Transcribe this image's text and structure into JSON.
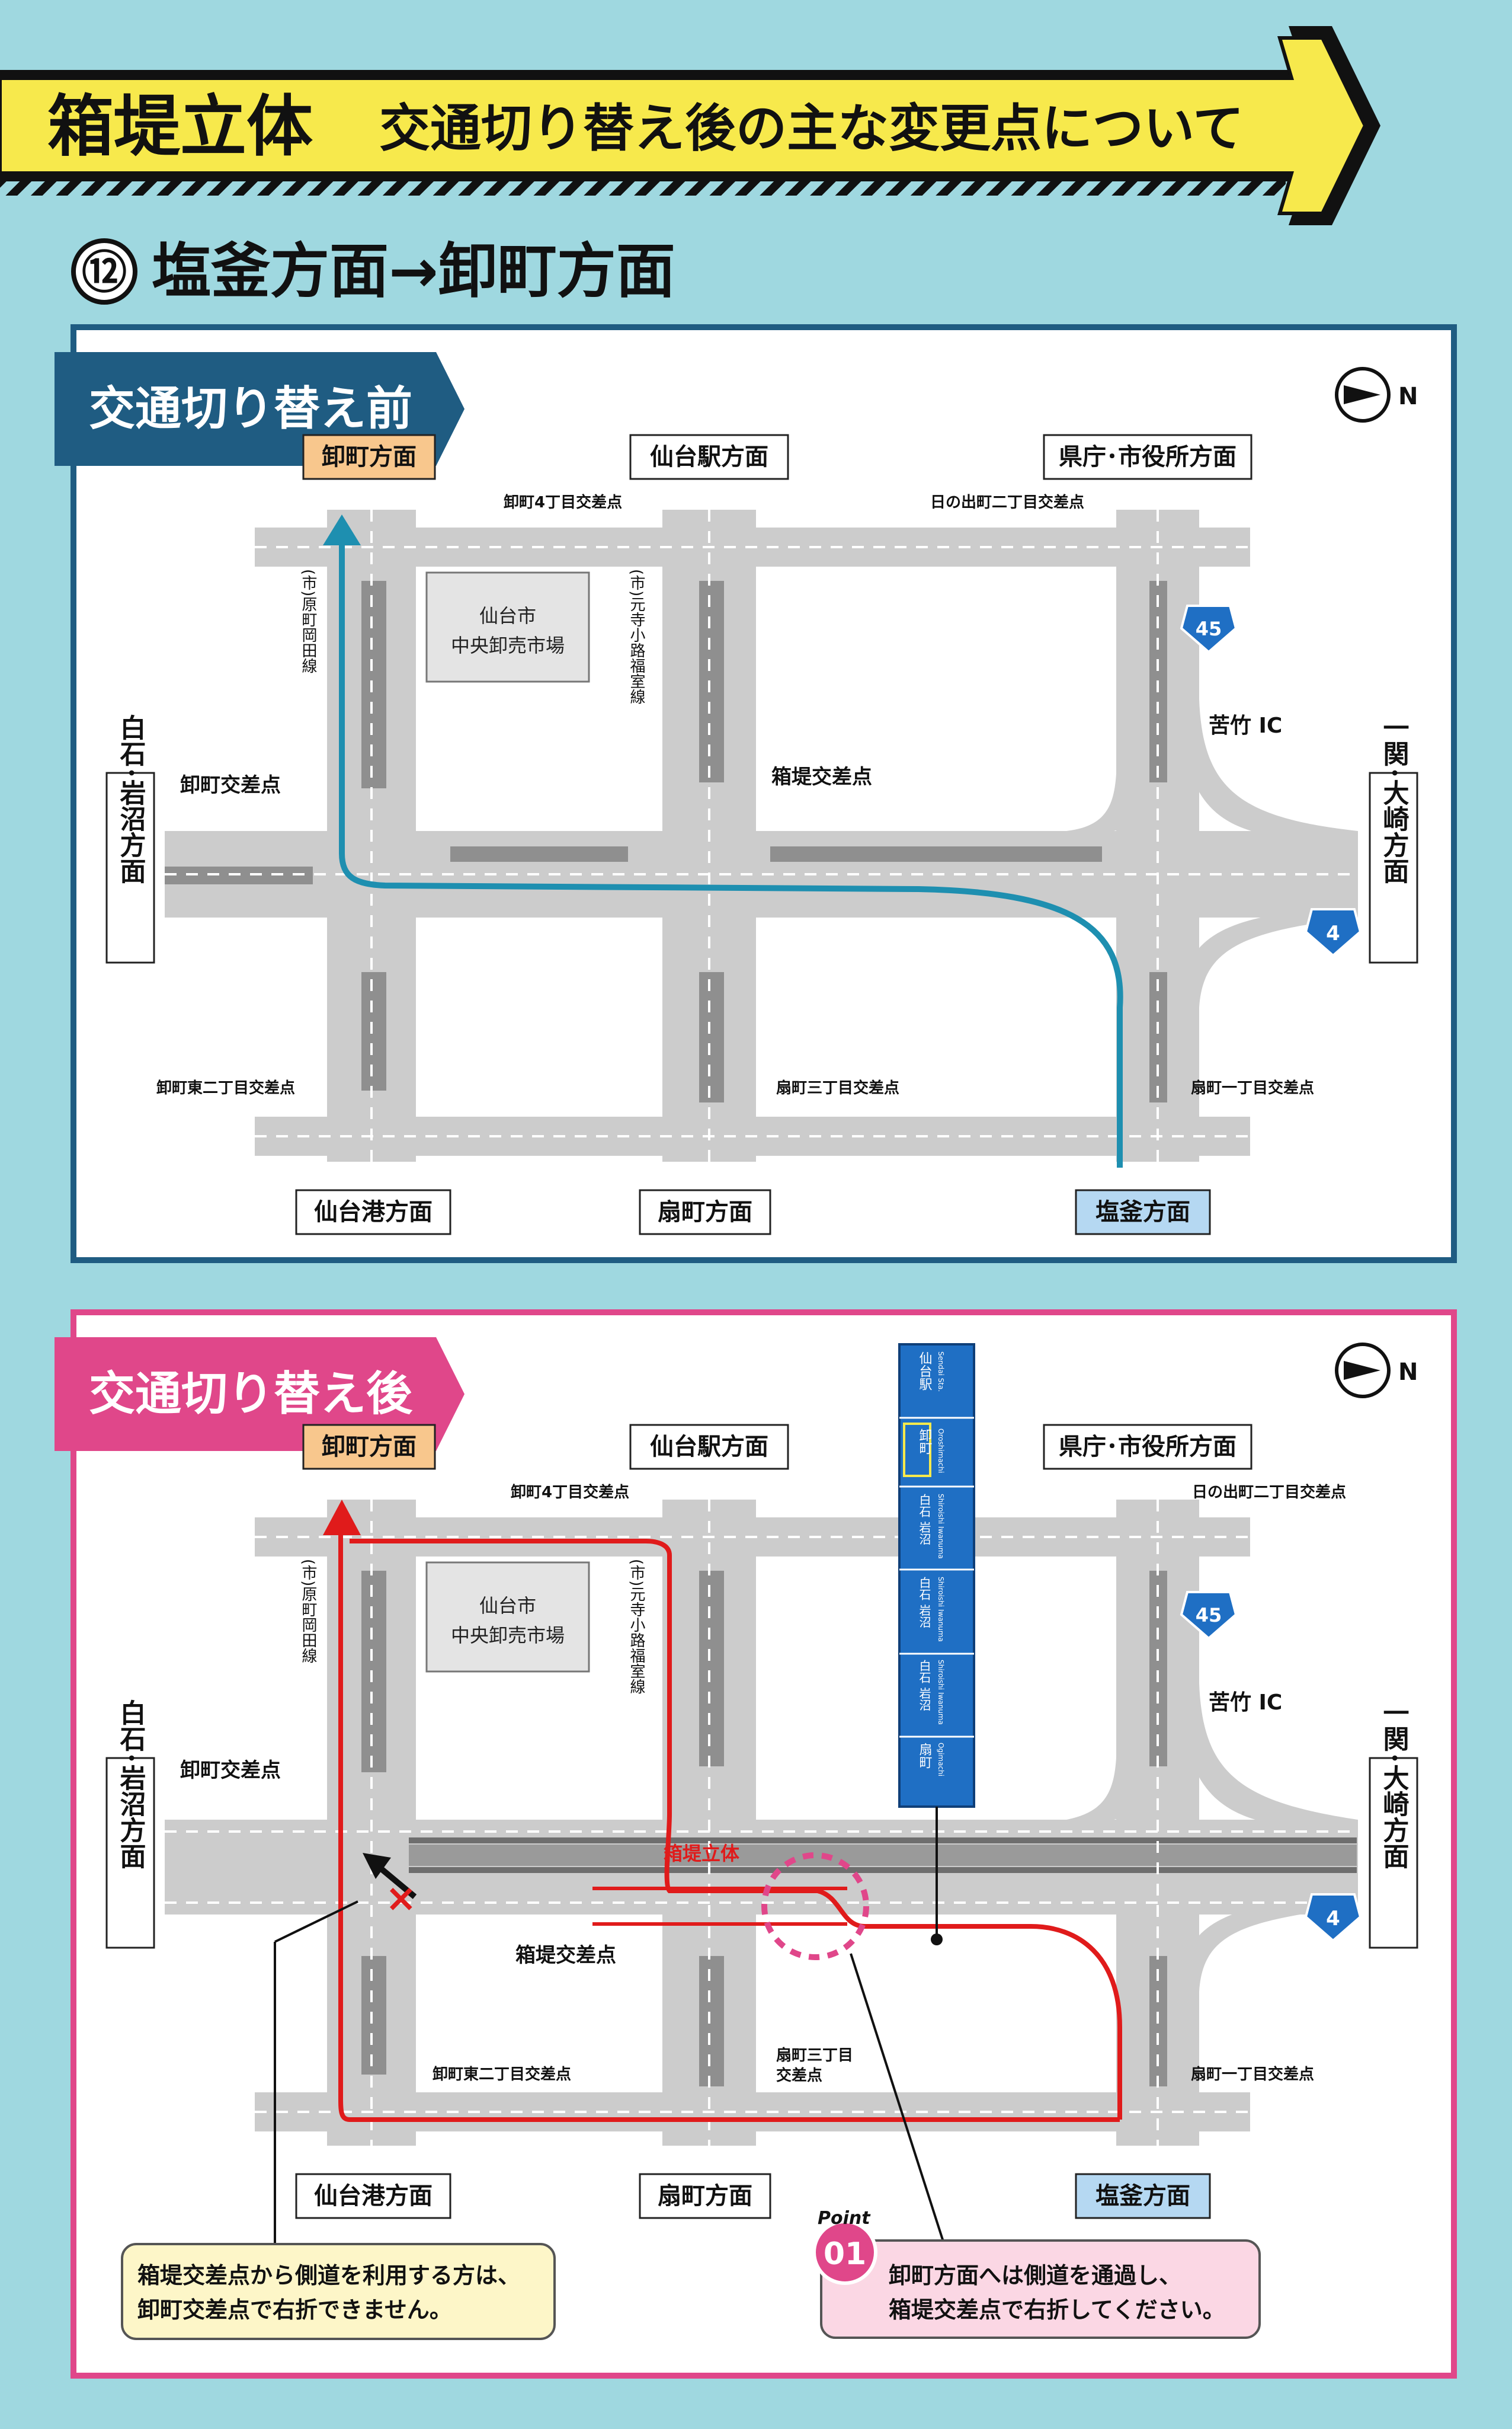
{
  "header": {
    "title_main": "箱堤立体",
    "title_sub": "交通切り替え後の主な変更点について",
    "section_number": "⑫",
    "section_title": "塩釜方面→卸町方面"
  },
  "before": {
    "tab": "交通切り替え前",
    "labels": {
      "orosho_dir": "卸町方面",
      "sendai_station_dir": "仙台駅方面",
      "kencho_dir": "県庁･市役所方面",
      "orosho4": "卸町4丁目交差点",
      "hinode2": "日の出町二丁目交差点",
      "market_line1": "仙台市",
      "market_line2": "中央卸売市場",
      "haramachi_road": "(市)原町岡田線",
      "motoji_road": "(市)元寺小路福室線",
      "route45": "45",
      "nigatake_ic": "苦竹 IC",
      "orosho_int": "卸町交差点",
      "hakozutsumi_int": "箱堤交差点",
      "shiroishi_dir": "白石･岩沼方面",
      "ichinoseki_dir": "一関･大崎方面",
      "route4": "4",
      "orosho_higashi2": "卸町東二丁目交差点",
      "ogimachi3": "扇町三丁目交差点",
      "ogimachi1": "扇町一丁目交差点",
      "sendai_port_dir": "仙台港方面",
      "ogimachi_dir": "扇町方面",
      "shiogama_dir": "塩釜方面",
      "north": "N"
    }
  },
  "after": {
    "tab": "交通切り替え後",
    "labels": {
      "orosho_dir": "卸町方面",
      "sendai_station_dir": "仙台駅方面",
      "kencho_dir": "県庁･市役所方面",
      "orosho4": "卸町4丁目交差点",
      "hinode2": "日の出町二丁目交差点",
      "market_line1": "仙台市",
      "market_line2": "中央卸売市場",
      "haramachi_road": "(市)原町岡田線",
      "motoji_road": "(市)元寺小路福室線",
      "route45": "45",
      "nigatake_ic": "苦竹 IC",
      "orosho_int": "卸町交差点",
      "hakozutsumi_int": "箱堤交差点",
      "hakozutsumi_viaduct": "箱堤立体",
      "shiroishi_dir": "白石･岩沼方面",
      "ichinoseki_dir": "一関･大崎方面",
      "route4": "4",
      "orosho_higashi2": "卸町東二丁目交差点",
      "ogimachi3_line1": "扇町三丁目",
      "ogimachi3_line2": "交差点",
      "ogimachi1": "扇町一丁目交差点",
      "sendai_port_dir": "仙台港方面",
      "ogimachi_dir": "扇町方面",
      "shiogama_dir": "塩釜方面",
      "north": "N"
    },
    "sign": {
      "lanes": [
        {
          "name_ja": "仙台駅",
          "name_en": "Sendai Sta."
        },
        {
          "name_ja": "卸町",
          "name_en": "Oroshimachi"
        },
        {
          "name_ja": "白石 岩沼",
          "name_en": "Shiroishi Iwanuma"
        },
        {
          "name_ja": "白石 岩沼",
          "name_en": "Shiroishi Iwanuma"
        },
        {
          "name_ja": "白石 岩沼",
          "name_en": "Shiroishi Iwanuma"
        },
        {
          "name_ja": "扇町",
          "name_en": "Ogimachi"
        }
      ]
    },
    "note_left": {
      "line1": "箱堤交差点から側道を利用する方は、",
      "line2": "卸町交差点で右折できません。"
    },
    "point": {
      "badge_label": "Point",
      "badge_number": "01",
      "line1": "卸町方面へは側道を通過し、",
      "line2": "箱堤交差点で右折してください。"
    }
  },
  "colors": {
    "background": "#9fd8e0",
    "arrow_yellow": "#f7e94c",
    "before_frame": "#1f5c82",
    "after_frame": "#e0478a",
    "route_before": "#1e8fb0",
    "route_after": "#e01b1b",
    "road": "#cccccc",
    "label_orange": "#f8c78d",
    "label_blue": "#b5d8f2",
    "sign_blue": "#1f6fc4"
  }
}
